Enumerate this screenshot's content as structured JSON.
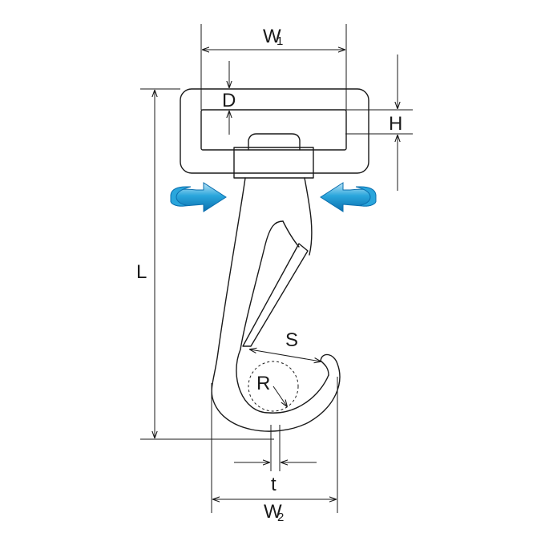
{
  "labels": {
    "w1": "W",
    "w1_sub": "1",
    "d": "D",
    "h": "H",
    "l": "L",
    "s": "S",
    "r": "R",
    "t": "t",
    "w2": "W",
    "w2_sub": "2"
  },
  "colors": {
    "line": "#1a1a1a",
    "arrow_fill": "#2aa6dc",
    "arrow_dark": "#0b6fae",
    "arrow_light": "#bfe6f7",
    "background": "#ffffff"
  },
  "icons": {
    "rotate_left": "swivel-rotation-arrow-icon",
    "rotate_right": "swivel-rotation-arrow-icon"
  }
}
